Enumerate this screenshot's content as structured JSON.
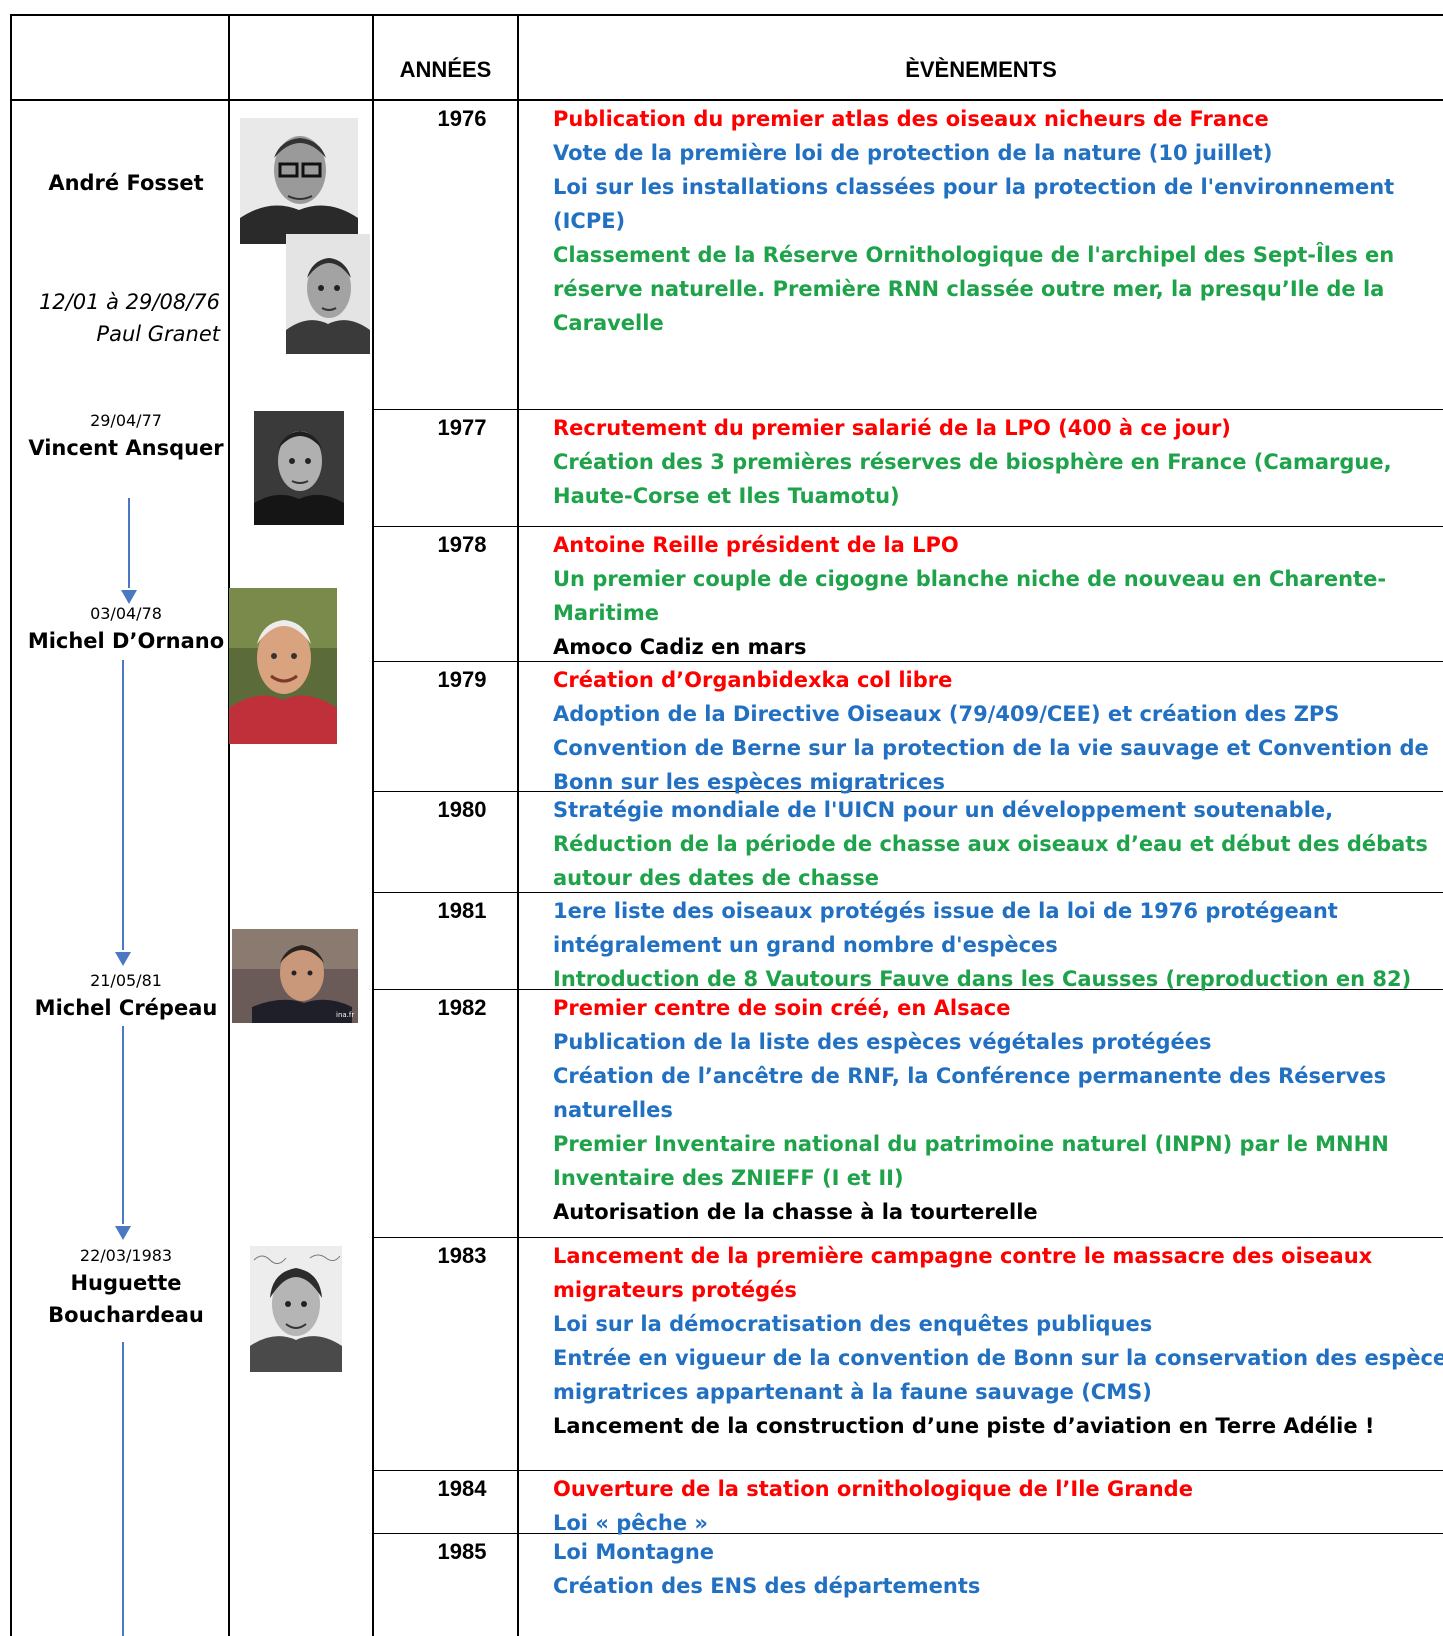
{
  "header": {
    "col_years": "ANNÉES",
    "col_events": "ÈVÈNEMENTS"
  },
  "ministers": [
    {
      "name": "André Fosset",
      "date": ""
    },
    {
      "name": "Vincent Ansquer",
      "date": "29/04/77"
    },
    {
      "name": "Michel D’Ornano",
      "date": "03/04/78"
    },
    {
      "name": "Michel Crépeau",
      "date": "21/05/81"
    },
    {
      "name": "Huguette Bouchardeau",
      "name_line1": "Huguette",
      "name_line2": "Bouchardeau",
      "date": "22/03/1983"
    }
  ],
  "interim": {
    "line1": "12/01 à 29/08/76",
    "line2": "Paul Granet"
  },
  "photo_captions": {
    "crepeau_watermark": "ina.fr"
  },
  "colors": {
    "red": "#ff0000",
    "blue": "#2170c2",
    "green": "#1fa34a",
    "black": "#000000",
    "arrow": "#4a78c2"
  },
  "rows": [
    {
      "year": "1976",
      "events": [
        {
          "color": "red",
          "lines": [
            "Publication du premier atlas des oiseaux nicheurs de France"
          ]
        },
        {
          "color": "blue",
          "lines": [
            "Vote de la première loi de protection de la nature (10 juillet)"
          ]
        },
        {
          "color": "blue",
          "lines": [
            "Loi sur les installations classées pour la protection de l'environnement",
            "(ICPE)"
          ]
        },
        {
          "color": "green",
          "lines": [
            "Classement de la Réserve Ornithologique de l'archipel des Sept-Îles en",
            "réserve naturelle. Première RNN classée outre mer, la presqu’Ile de la",
            "Caravelle"
          ]
        }
      ]
    },
    {
      "year": "1977",
      "events": [
        {
          "color": "red",
          "lines": [
            "Recrutement du premier salarié de la LPO (400 à ce jour)"
          ]
        },
        {
          "color": "green",
          "lines": [
            "Création des 3 premières  réserves de biosphère en France (Camargue,",
            "Haute-Corse et Iles Tuamotu)"
          ]
        }
      ]
    },
    {
      "year": "1978",
      "events": [
        {
          "color": "red",
          "lines": [
            "Antoine Reille président de la LPO"
          ]
        },
        {
          "color": "green",
          "lines": [
            "Un premier couple de cigogne blanche niche de nouveau en Charente-",
            "Maritime"
          ]
        },
        {
          "color": "black",
          "lines": [
            "Amoco Cadiz en mars"
          ]
        }
      ]
    },
    {
      "year": "1979",
      "events": [
        {
          "color": "red",
          "lines": [
            "Création d’Organbidexka col libre"
          ]
        },
        {
          "color": "blue",
          "lines": [
            "Adoption de la Directive Oiseaux (79/409/CEE) et création des ZPS"
          ]
        },
        {
          "color": "blue",
          "lines": [
            "Convention de Berne sur la protection de la vie sauvage et Convention de",
            "Bonn sur les espèces migratrices"
          ]
        }
      ]
    },
    {
      "year": "1980",
      "events": [
        {
          "color": "blue",
          "lines": [
            "Stratégie mondiale de l'UICN pour un développement soutenable,"
          ]
        },
        {
          "color": "green",
          "lines": [
            "Réduction de la période de chasse aux oiseaux d’eau et début des débats",
            "autour des dates de chasse"
          ]
        }
      ]
    },
    {
      "year": "1981",
      "events": [
        {
          "color": "blue",
          "lines": [
            "1ere liste des oiseaux protégés issue de la loi de 1976 protégeant",
            "intégralement un grand nombre d'espèces"
          ]
        },
        {
          "color": "green",
          "lines": [
            "Introduction de 8 Vautours Fauve dans les Causses (reproduction en 82)"
          ]
        }
      ]
    },
    {
      "year": "1982",
      "events": [
        {
          "color": "red",
          "lines": [
            "Premier centre de soin créé, en Alsace"
          ]
        },
        {
          "color": "blue",
          "lines": [
            "Publication de la liste des espèces végétales protégées"
          ]
        },
        {
          "color": "blue",
          "lines": [
            "Création de l’ancêtre de RNF, la Conférence permanente des Réserves",
            "naturelles"
          ]
        },
        {
          "color": "green",
          "lines": [
            "Premier Inventaire national du patrimoine naturel (INPN) par le MNHN"
          ]
        },
        {
          "color": "green",
          "lines": [
            "Inventaire des ZNIEFF (I et II)"
          ]
        },
        {
          "color": "black",
          "lines": [
            "Autorisation de la chasse à la tourterelle"
          ]
        }
      ]
    },
    {
      "year": "1983",
      "events": [
        {
          "color": "red",
          "lines": [
            "Lancement de la première campagne contre le massacre des oiseaux",
            "migrateurs protégés"
          ]
        },
        {
          "color": "blue",
          "lines": [
            "Loi sur la démocratisation des enquêtes publiques"
          ]
        },
        {
          "color": "blue",
          "lines": [
            "Entrée en vigueur de la convention de Bonn sur la conservation des espèces",
            "migratrices appartenant à la faune sauvage (CMS)"
          ]
        },
        {
          "color": "black",
          "lines": [
            "Lancement de la construction d’une piste d’aviation en Terre Adélie !"
          ]
        }
      ]
    },
    {
      "year": "1984",
      "events": [
        {
          "color": "red",
          "lines": [
            "Ouverture de la station ornithologique de l’Ile Grande"
          ]
        },
        {
          "color": "blue",
          "lines": [
            "Loi « pêche »"
          ]
        }
      ]
    },
    {
      "year": "1985",
      "events": [
        {
          "color": "blue",
          "lines": [
            "Loi Montagne"
          ]
        },
        {
          "color": "blue",
          "lines": [
            "Création des ENS des départements"
          ]
        }
      ]
    }
  ]
}
